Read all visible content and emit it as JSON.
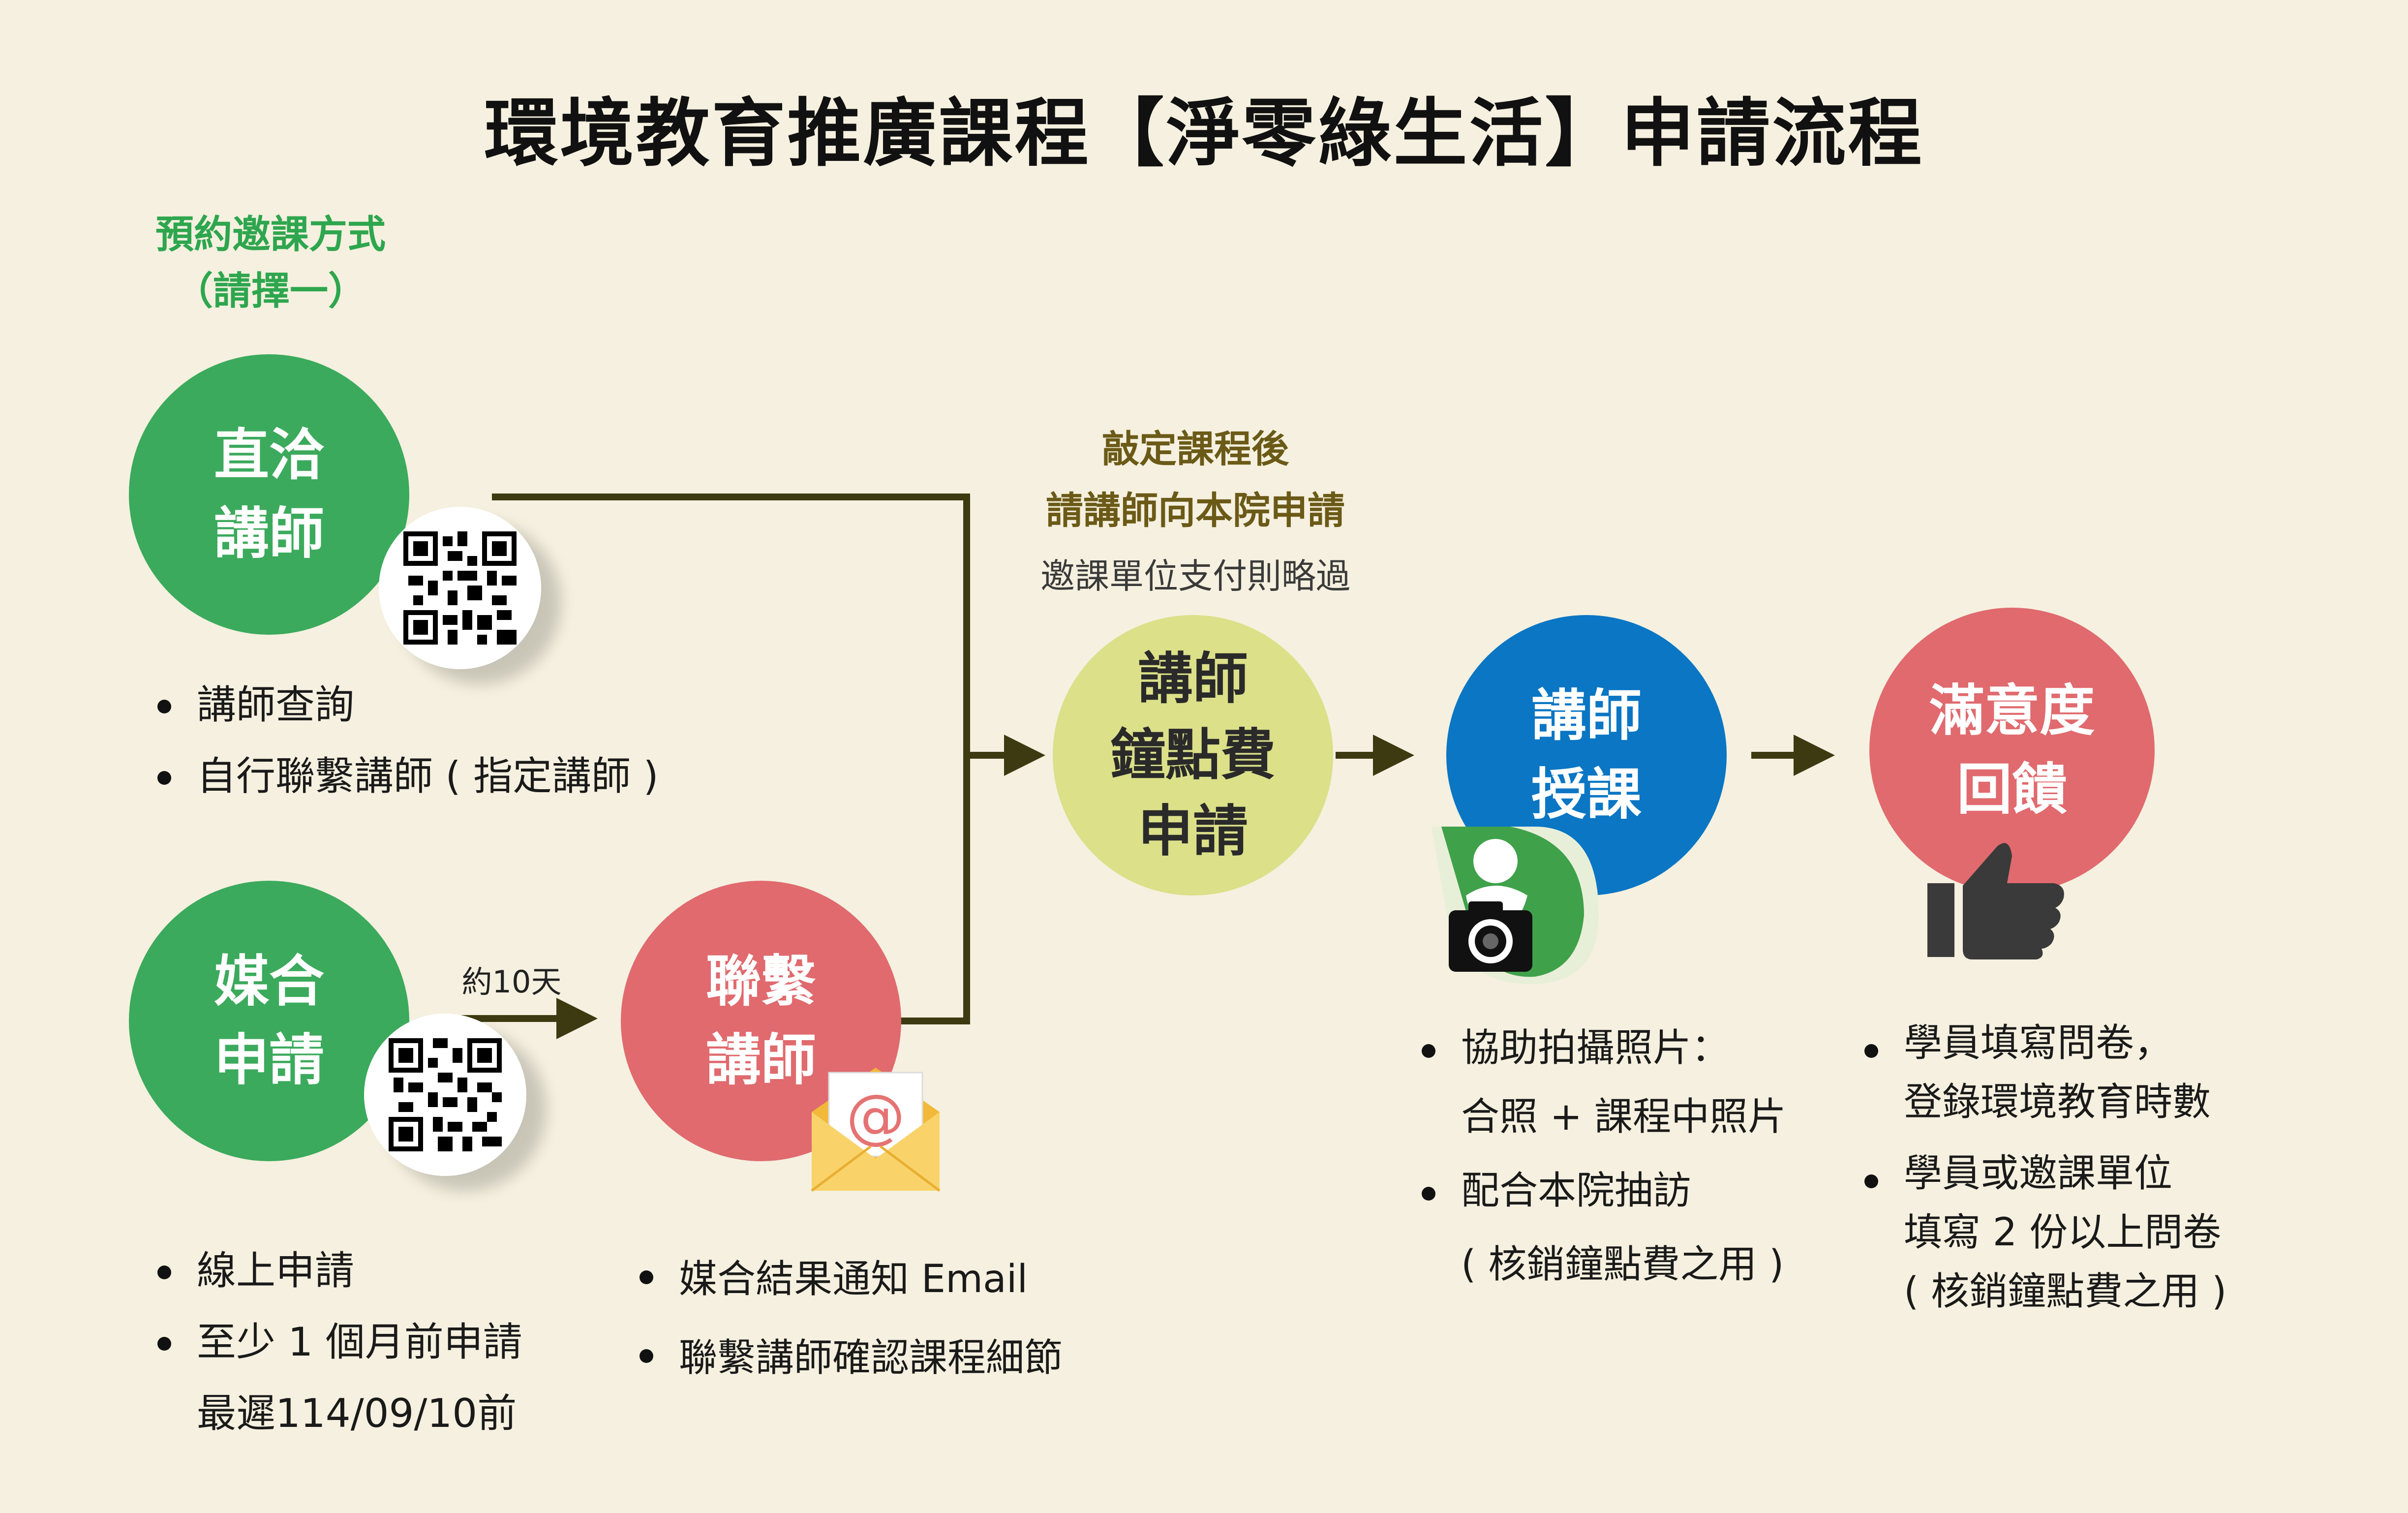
{
  "title": "環境教育推廣課程【淨零綠生活】申請流程",
  "booking": {
    "line1": "預約邀課方式",
    "line2": "（請擇一）"
  },
  "node_direct": {
    "line1": "直洽",
    "line2": "講師"
  },
  "direct_items": [
    "講師查詢",
    "自行聯繫講師 ( 指定講師 )"
  ],
  "node_match": {
    "line1": "媒合",
    "line2": "申請"
  },
  "match_items": [
    "線上申請",
    "至少 1 個月前申請",
    "最遲114/09/10前"
  ],
  "arrow_label": "約10天",
  "node_contact": {
    "line1": "聯繫",
    "line2": "講師"
  },
  "contact_items": [
    "媒合結果通知 Email",
    "聯繫講師確認課程細節"
  ],
  "after_note": {
    "line1": "敲定課程後",
    "line2": "請講師向本院申請",
    "line3": "邀課單位支付則略過"
  },
  "node_fee": {
    "line1": "講師",
    "line2": "鐘點費",
    "line3": "申請"
  },
  "node_teach": {
    "line1": "講師",
    "line2": "授課"
  },
  "teach_items": [
    "協助拍攝照片：",
    "合照 + 課程中照片",
    "配合本院抽訪",
    "( 核銷鐘點費之用 )"
  ],
  "node_feedback": {
    "line1": "滿意度",
    "line2": "回饋"
  },
  "feedback_items": [
    "學員填寫問卷，",
    "登錄環境教育時數",
    "學員或邀課單位",
    "填寫 2 份以上問卷",
    "( 核銷鐘點費之用 )"
  ],
  "colors": {
    "green": "#3BAA5C",
    "red": "#E06A6E",
    "lime": "#DBE089",
    "blue": "#0A76C4",
    "line": "#3D3A12",
    "bg": "#F5F0DF"
  },
  "icons": [
    "qr-code-icon",
    "email-envelope-icon",
    "camera-leaf-icon",
    "thumbs-up-icon"
  ]
}
